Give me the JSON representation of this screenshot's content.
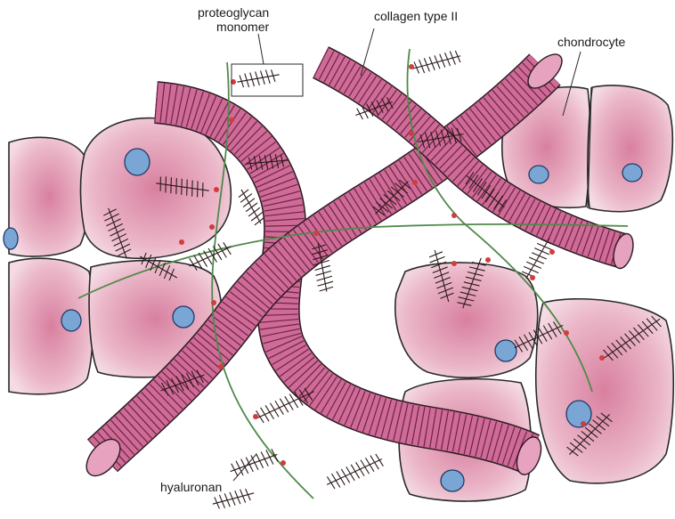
{
  "labels": {
    "proteoglycan_line1": "proteoglycan",
    "proteoglycan_line2": "monomer",
    "collagen": "collagen type II",
    "chondrocyte": "chondrocyte",
    "hyaluronan": "hyaluronan"
  },
  "colors": {
    "cell_fill": "#e8b3c8",
    "cell_outline": "#2a2a2a",
    "nucleus": "#7aa6d6",
    "collagen_fill": "#c45c8c",
    "collagen_band": "#6b2448",
    "hyaluronan": "#4f8a4a",
    "proteoglycan": "#2a1a1a",
    "link_dot": "#d23c3c"
  }
}
